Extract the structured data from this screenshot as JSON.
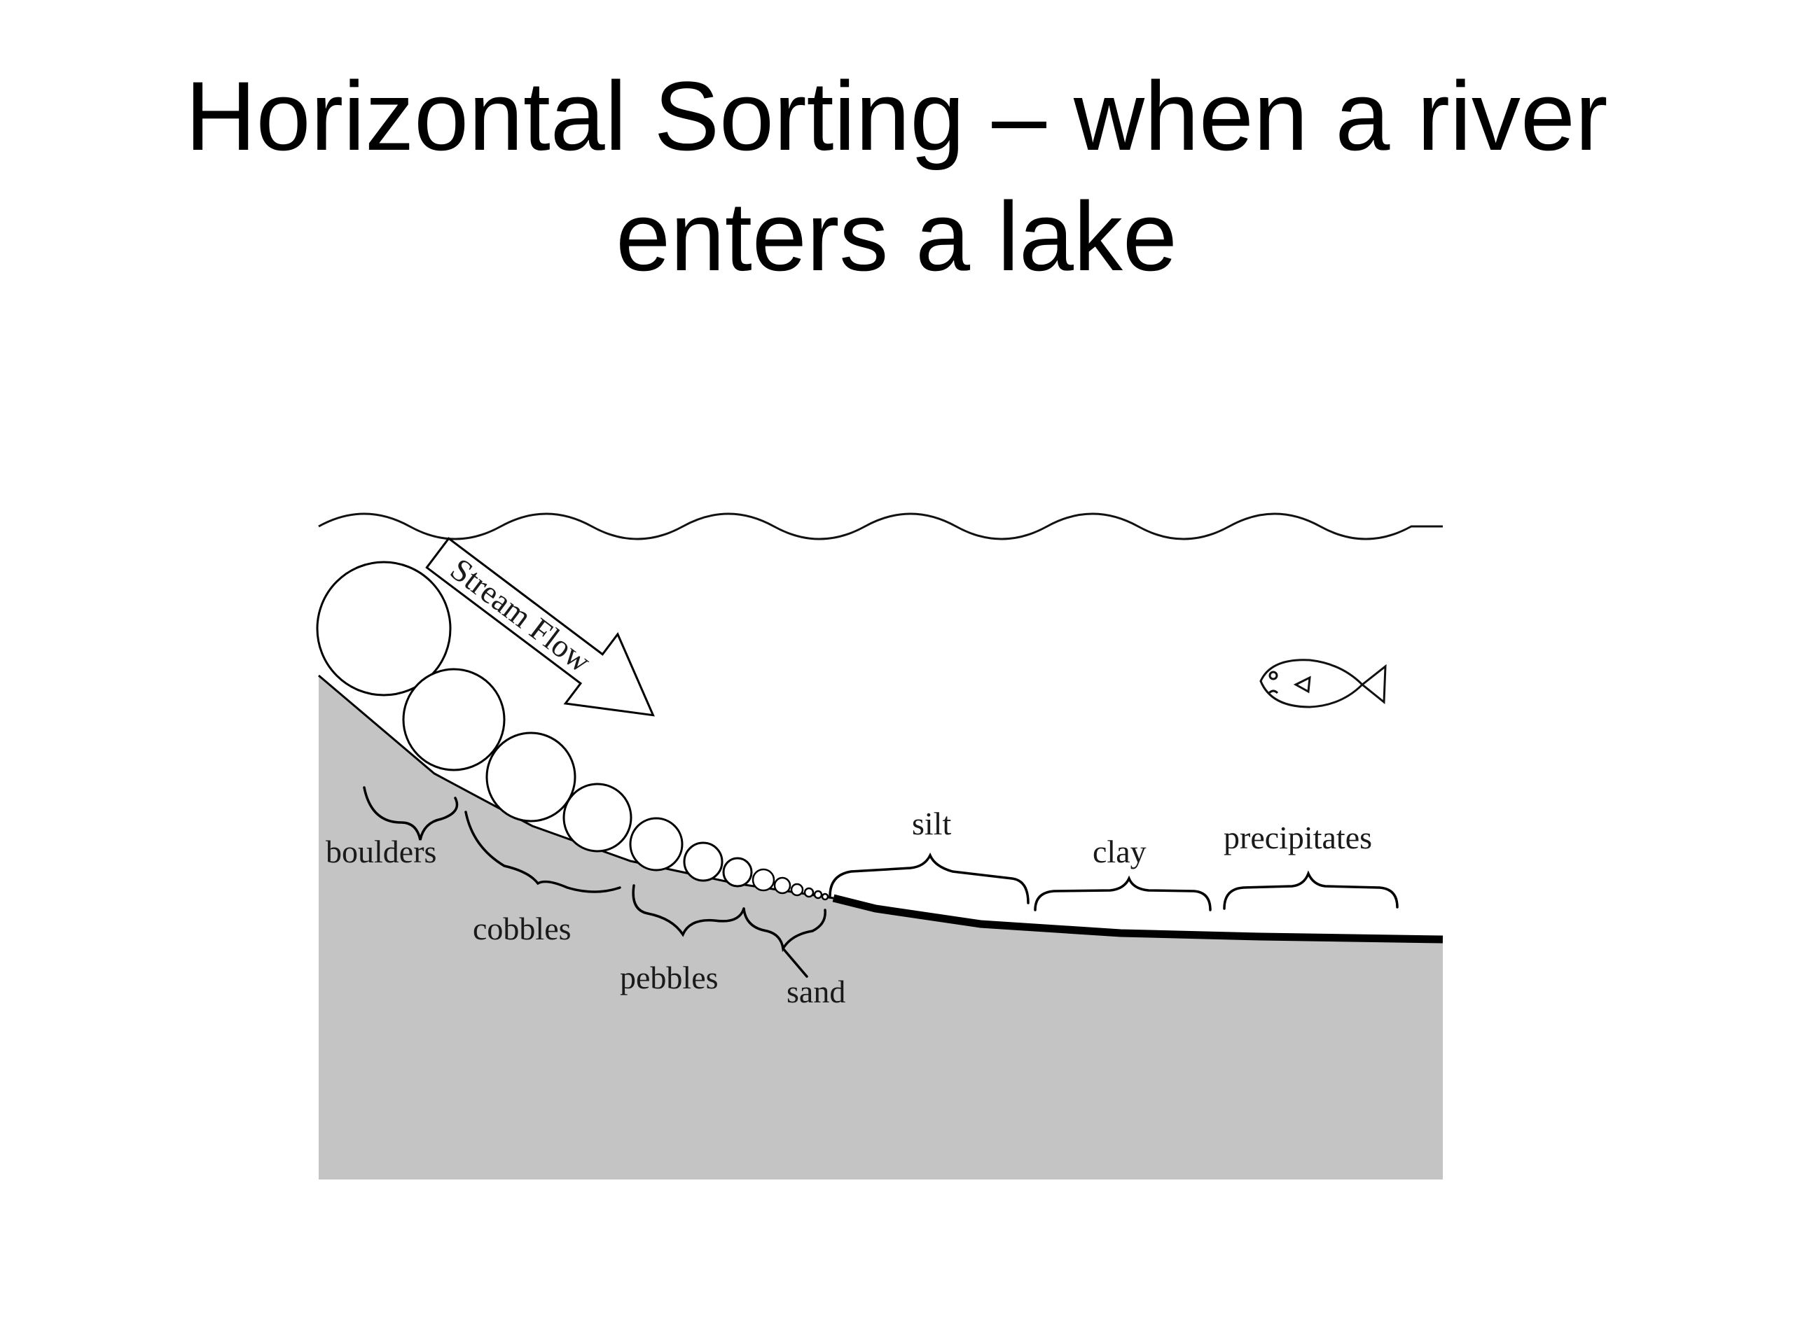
{
  "slide": {
    "title_line1": "Horizontal Sorting – when a river",
    "title_line2": "enters a lake"
  },
  "diagram": {
    "arrow_label": "Stream Flow",
    "sediment_labels": {
      "boulders": "boulders",
      "cobbles": "cobbles",
      "pebbles": "pebbles",
      "sand": "sand",
      "silt": "silt",
      "clay": "clay",
      "precipitates": "precipitates"
    },
    "colors": {
      "lakebed": "#c4c4c4",
      "outline": "#000000",
      "background": "#ffffff"
    },
    "icons": [
      "fish-icon",
      "stream-flow-arrow-icon",
      "water-surface-wave-icon"
    ]
  }
}
